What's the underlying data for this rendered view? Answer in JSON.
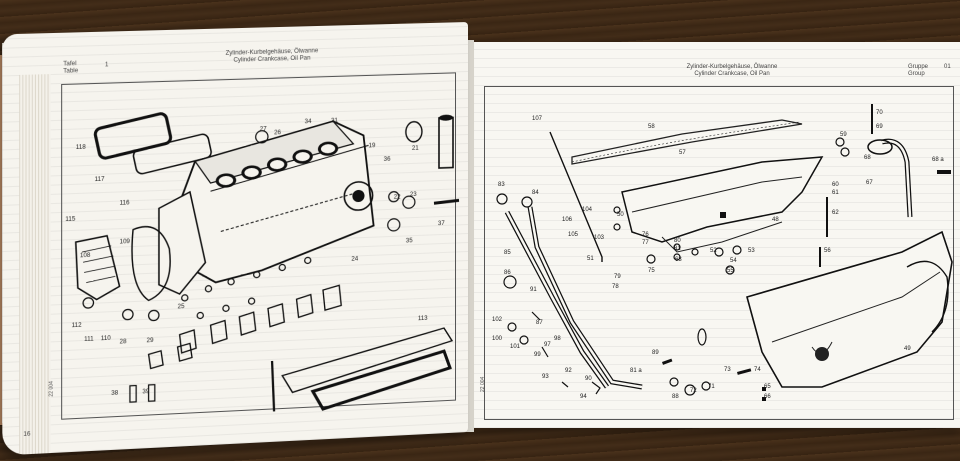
{
  "left_page": {
    "label_tafel": "Tafel",
    "label_table": "Table",
    "page_marker": "1",
    "title_de": "Zylinder-Kurbelgehäuse, Ölwanne",
    "title_en": "Cylinder Crankcase, Oil Pan",
    "side_code": "22 004",
    "page_number": "16",
    "callouts": [
      "118",
      "117",
      "116",
      "115",
      "109",
      "108",
      "112",
      "111",
      "110",
      "19",
      "21",
      "22",
      "23",
      "24",
      "25",
      "26",
      "27",
      "28",
      "29",
      "31",
      "34",
      "35",
      "36",
      "37",
      "38",
      "39",
      "113"
    ]
  },
  "right_page": {
    "title_de": "Zylinder-Kurbelgehäuse, Ölwanne",
    "title_en": "Cylinder Crankcase, Oil Pan",
    "label_gruppe": "Gruppe",
    "label_group": "Group",
    "group_number": "01",
    "side_code": "22 004",
    "callouts": [
      "107",
      "58",
      "57",
      "59",
      "70",
      "69",
      "68",
      "68 a",
      "67",
      "60",
      "61",
      "62",
      "50",
      "48",
      "76",
      "77",
      "80",
      "81",
      "52",
      "53",
      "54",
      "55",
      "56",
      "63",
      "83",
      "84",
      "106",
      "105",
      "104",
      "103",
      "51",
      "85",
      "86",
      "91",
      "78",
      "79",
      "75",
      "102",
      "100",
      "101",
      "87",
      "99",
      "98",
      "97",
      "89",
      "88",
      "72",
      "71",
      "73",
      "74",
      "65",
      "66",
      "93",
      "92",
      "90",
      "94",
      "81 a",
      "49"
    ]
  }
}
